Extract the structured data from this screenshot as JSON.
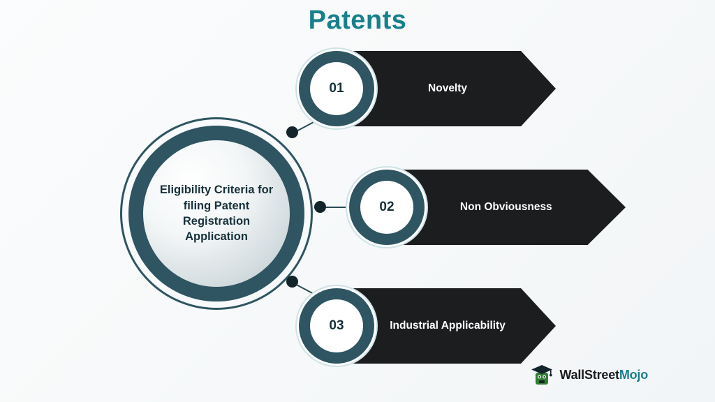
{
  "title": "Patents",
  "hub": {
    "label": "Eligibility Criteria for filing Patent Registration Application"
  },
  "items": [
    {
      "number": "01",
      "label": "Novelty"
    },
    {
      "number": "02",
      "label": "Non Obviousness"
    },
    {
      "number": "03",
      "label": "Industrial Applicability"
    }
  ],
  "logo": {
    "text_primary": "WallStreet",
    "text_accent": "Mojo",
    "icon": "graduation-cap-mascot-icon"
  },
  "colors": {
    "accent": "#18808c",
    "dark_teal": "#2e5561",
    "banner": "#1b1d1f",
    "background": "#f7f9fa"
  }
}
